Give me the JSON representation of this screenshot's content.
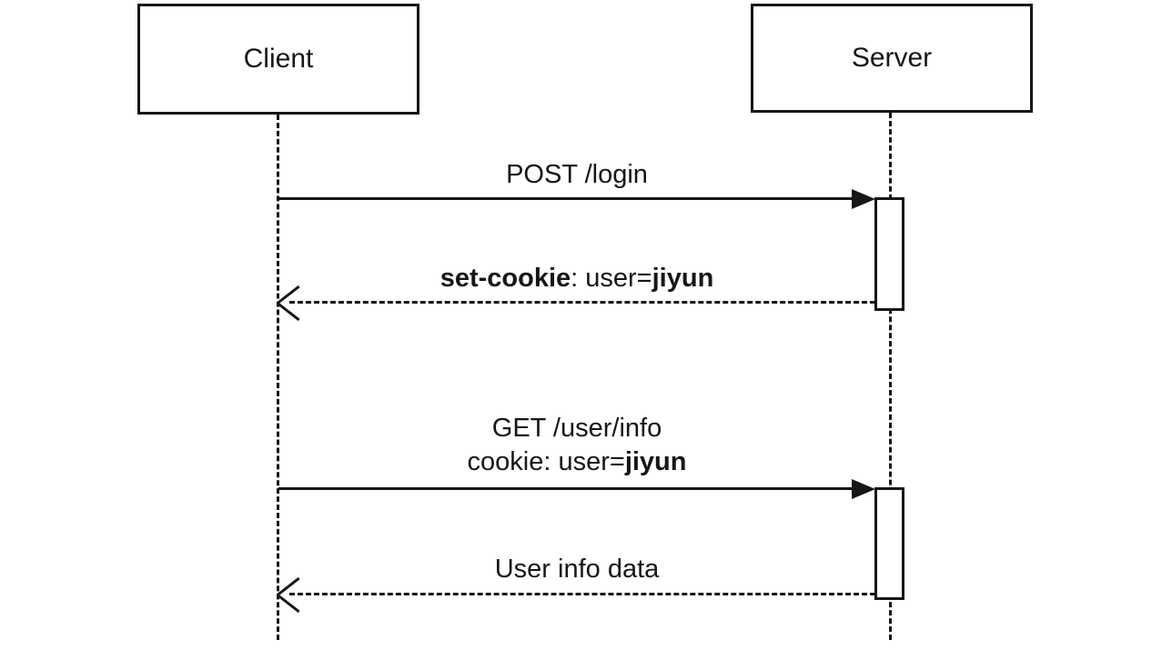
{
  "diagram": {
    "type": "sequence-diagram",
    "colors": {
      "line": "#161616",
      "background": "#ffffff"
    },
    "actors": [
      {
        "id": "client",
        "label": "Client"
      },
      {
        "id": "server",
        "label": "Server"
      }
    ],
    "messages": [
      {
        "from": "client",
        "to": "server",
        "arrow": "solid-filled",
        "label": "POST /login"
      },
      {
        "from": "server",
        "to": "client",
        "arrow": "dashed-open",
        "bold_name": "set-cookie",
        "plain_mid": ": user=",
        "bold_value": "jiyun"
      },
      {
        "from": "client",
        "to": "server",
        "arrow": "solid-filled",
        "line1": "GET /user/info",
        "line2_prefix": "cookie: user=",
        "line2_bold_value": "jiyun"
      },
      {
        "from": "server",
        "to": "client",
        "arrow": "dashed-open",
        "label": "User info data"
      }
    ]
  }
}
